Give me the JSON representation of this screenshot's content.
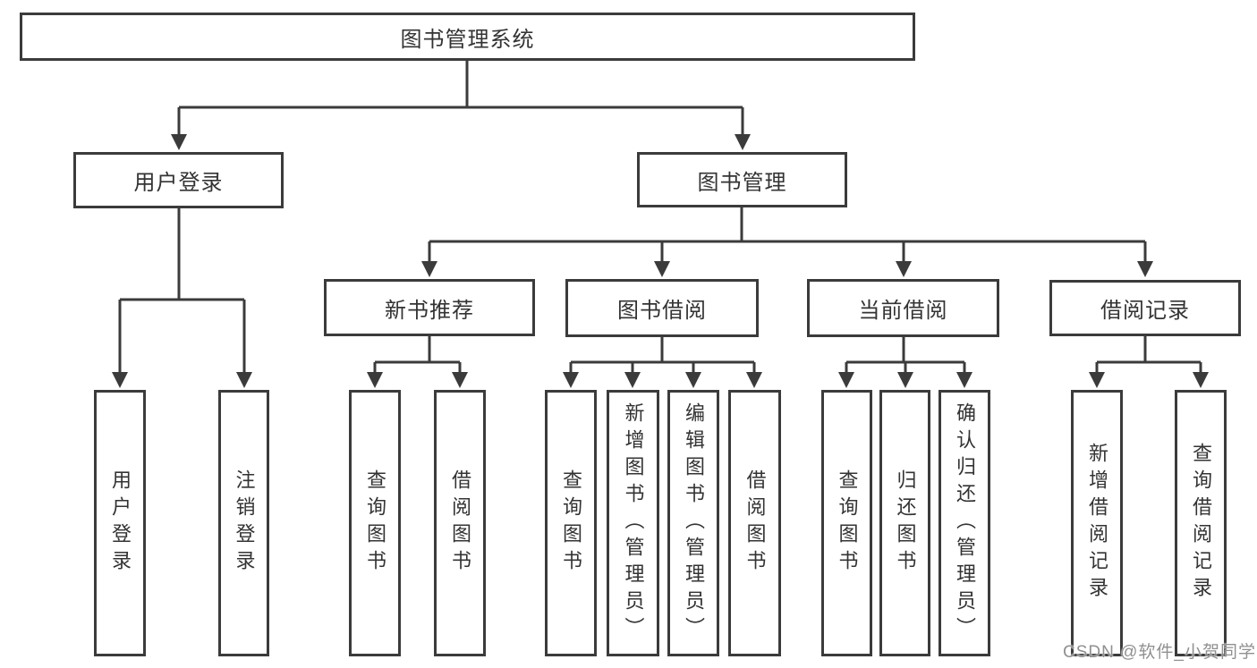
{
  "nodes": {
    "root": "图书管理系统",
    "user_login": "用户登录",
    "book_management": "图书管理",
    "new_book_recommend": "新书推荐",
    "book_borrow": "图书借阅",
    "current_borrow": "当前借阅",
    "borrow_records": "借阅记录"
  },
  "leaves": {
    "user_login": [
      "用户登录",
      "注销登录"
    ],
    "new_book_recommend": [
      "查询图书",
      "借阅图书"
    ],
    "book_borrow": [
      "查询图书",
      "新增图书（管理员）",
      "编辑图书（管理员）",
      "借阅图书"
    ],
    "current_borrow": [
      "查询图书",
      "归还图书",
      "确认归还（管理员）"
    ],
    "borrow_records": [
      "新增借阅记录",
      "查询借阅记录"
    ]
  },
  "watermark": "CSDN @软件_小贺同学",
  "colors": {
    "line": "#3b3b3b",
    "text": "#333333",
    "background": "#ffffff",
    "watermark": "#909090"
  }
}
